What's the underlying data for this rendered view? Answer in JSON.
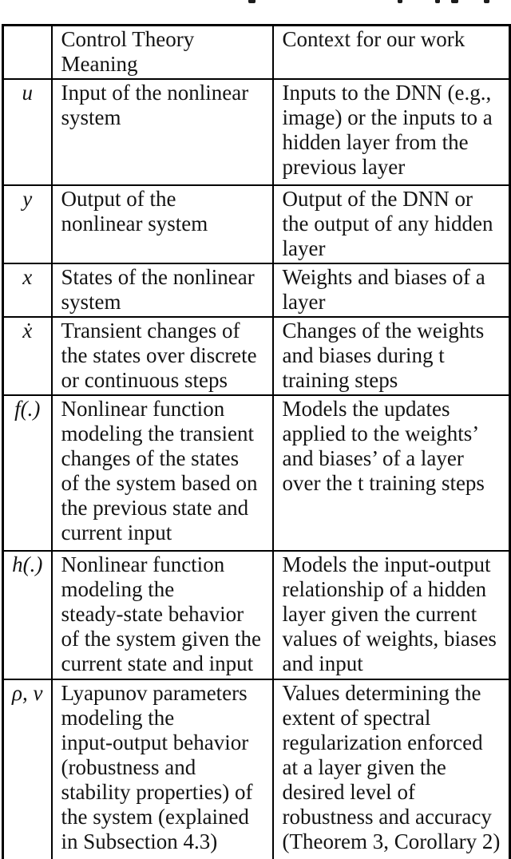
{
  "page": {
    "background": "#ffffff",
    "text_color": "#141414",
    "border_color": "#000000"
  },
  "table": {
    "headers": {
      "symbol": "",
      "control_theory": "Control Theory\nMeaning",
      "context": "Context for our work"
    },
    "rows": [
      {
        "symbol": "u",
        "control_theory": "Input of the nonlinear\nsystem",
        "context": "Inputs to the DNN (e.g.,\nimage) or the inputs to a\nhidden layer from the\nprevious layer"
      },
      {
        "symbol": "y",
        "control_theory": "Output of the\nnonlinear system",
        "context": "Output of the DNN or\nthe output of any hidden\nlayer"
      },
      {
        "symbol": "x",
        "control_theory": "States of the nonlinear\nsystem",
        "context": "Weights and biases of a\nlayer"
      },
      {
        "symbol": "ẋ",
        "control_theory": "Transient changes of\nthe states over discrete\nor continuous steps",
        "context": "Changes of the weights\nand biases during t\ntraining steps"
      },
      {
        "symbol": "f(.)",
        "control_theory": "Nonlinear function\nmodeling the transient\nchanges of the states\nof the system based on\nthe previous state and\ncurrent input",
        "context": "Models the updates\napplied to the weights’\nand biases’ of a layer\nover the t training steps"
      },
      {
        "symbol": "h(.)",
        "control_theory": "Nonlinear function\nmodeling the\nsteady-state behavior\nof the system given the\ncurrent state and input",
        "context": "Models the input-output\nrelationship of a hidden\nlayer given the current\nvalues of weights, biases\nand input"
      },
      {
        "symbol": "ρ, ν",
        "control_theory": "Lyapunov parameters\nmodeling the\ninput-output behavior\n(robustness and\nstability properties) of\nthe system (explained\nin Subsection 4.3)",
        "context": "Values determining the\nextent of spectral\nregularization enforced\nat a layer given the\ndesired level of\nrobustness and accuracy\n(Theorem 3, Corollary 2)"
      }
    ]
  }
}
